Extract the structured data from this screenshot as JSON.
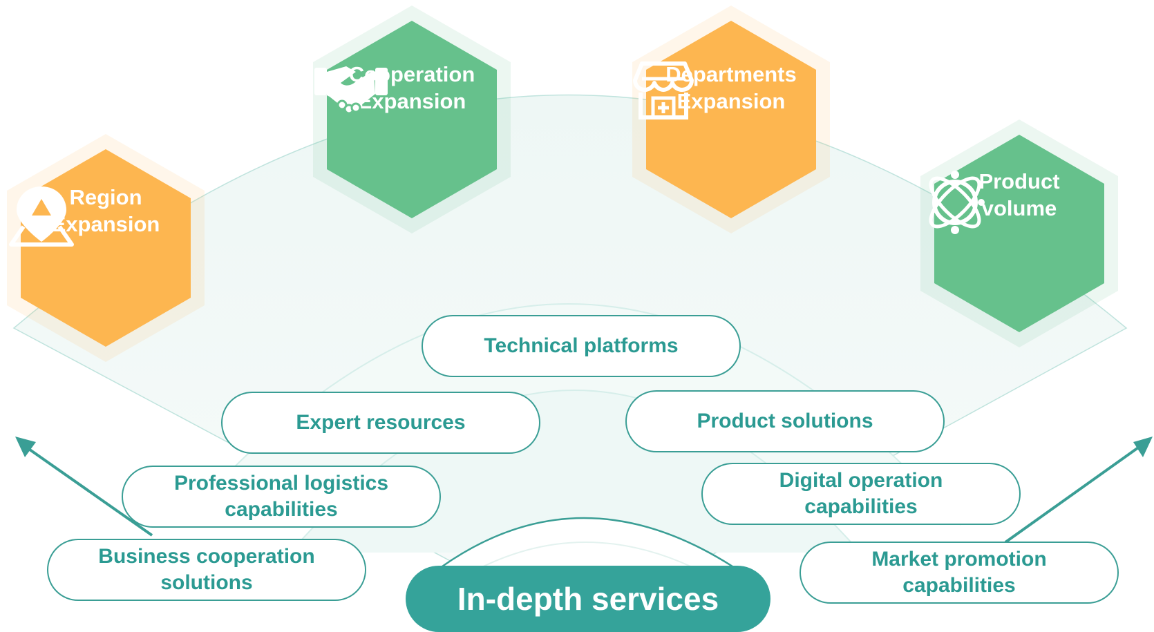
{
  "colors": {
    "orange": "#fdb650",
    "green": "#66c18c",
    "teal": "#35a39a",
    "pill_text": "#2b9a92"
  },
  "hexagons": [
    {
      "id": "region",
      "line1": "Region",
      "line2": "Expansion",
      "color": "orange",
      "icon": "location-pin-icon"
    },
    {
      "id": "cooperation",
      "line1": "Cooperation",
      "line2": "Expansion",
      "color": "green",
      "icon": "handshake-icon"
    },
    {
      "id": "departments",
      "line1": "Departments",
      "line2": "Expansion",
      "color": "orange",
      "icon": "storefront-icon"
    },
    {
      "id": "product",
      "line1": "Product",
      "line2": "volume",
      "color": "green",
      "icon": "atom-icon"
    }
  ],
  "capabilities": {
    "technical_platforms": "Technical platforms",
    "expert_resources": "Expert resources",
    "product_solutions": "Product solutions",
    "logistics": {
      "line1": "Professional logistics",
      "line2": "capabilities"
    },
    "digital": {
      "line1": "Digital operation",
      "line2": "capabilities"
    },
    "business": {
      "line1": "Business cooperation",
      "line2": "solutions"
    },
    "market": {
      "line1": "Market promotion",
      "line2": "capabilities"
    }
  },
  "core": "In-depth services"
}
